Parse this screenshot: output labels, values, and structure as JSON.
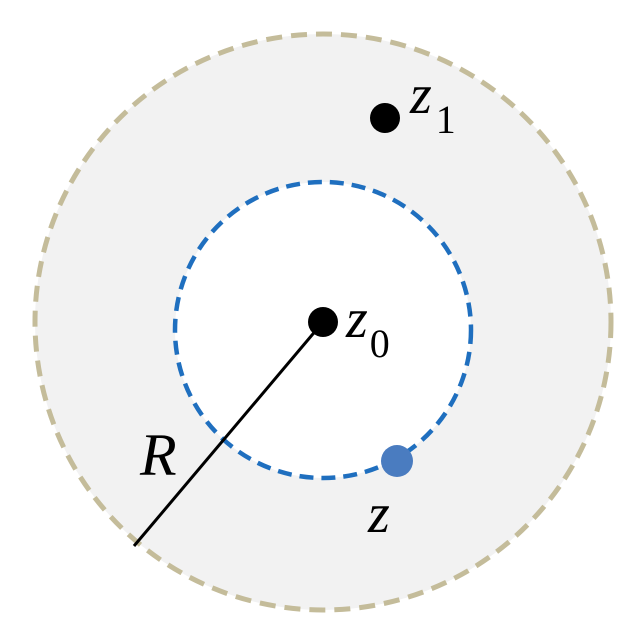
{
  "labels": {
    "z1": {
      "main": "z",
      "sub": "1"
    },
    "z0": {
      "main": "z",
      "sub": "0"
    },
    "z": "z",
    "R": "R"
  },
  "colors": {
    "outer_fill": "#f2f2f2",
    "outer_stroke": "#c4bc9a",
    "inner_stroke": "#1f6fbf",
    "point_dark": "#000000",
    "point_blue": "#4a7cc0",
    "radius_line": "#000000"
  }
}
